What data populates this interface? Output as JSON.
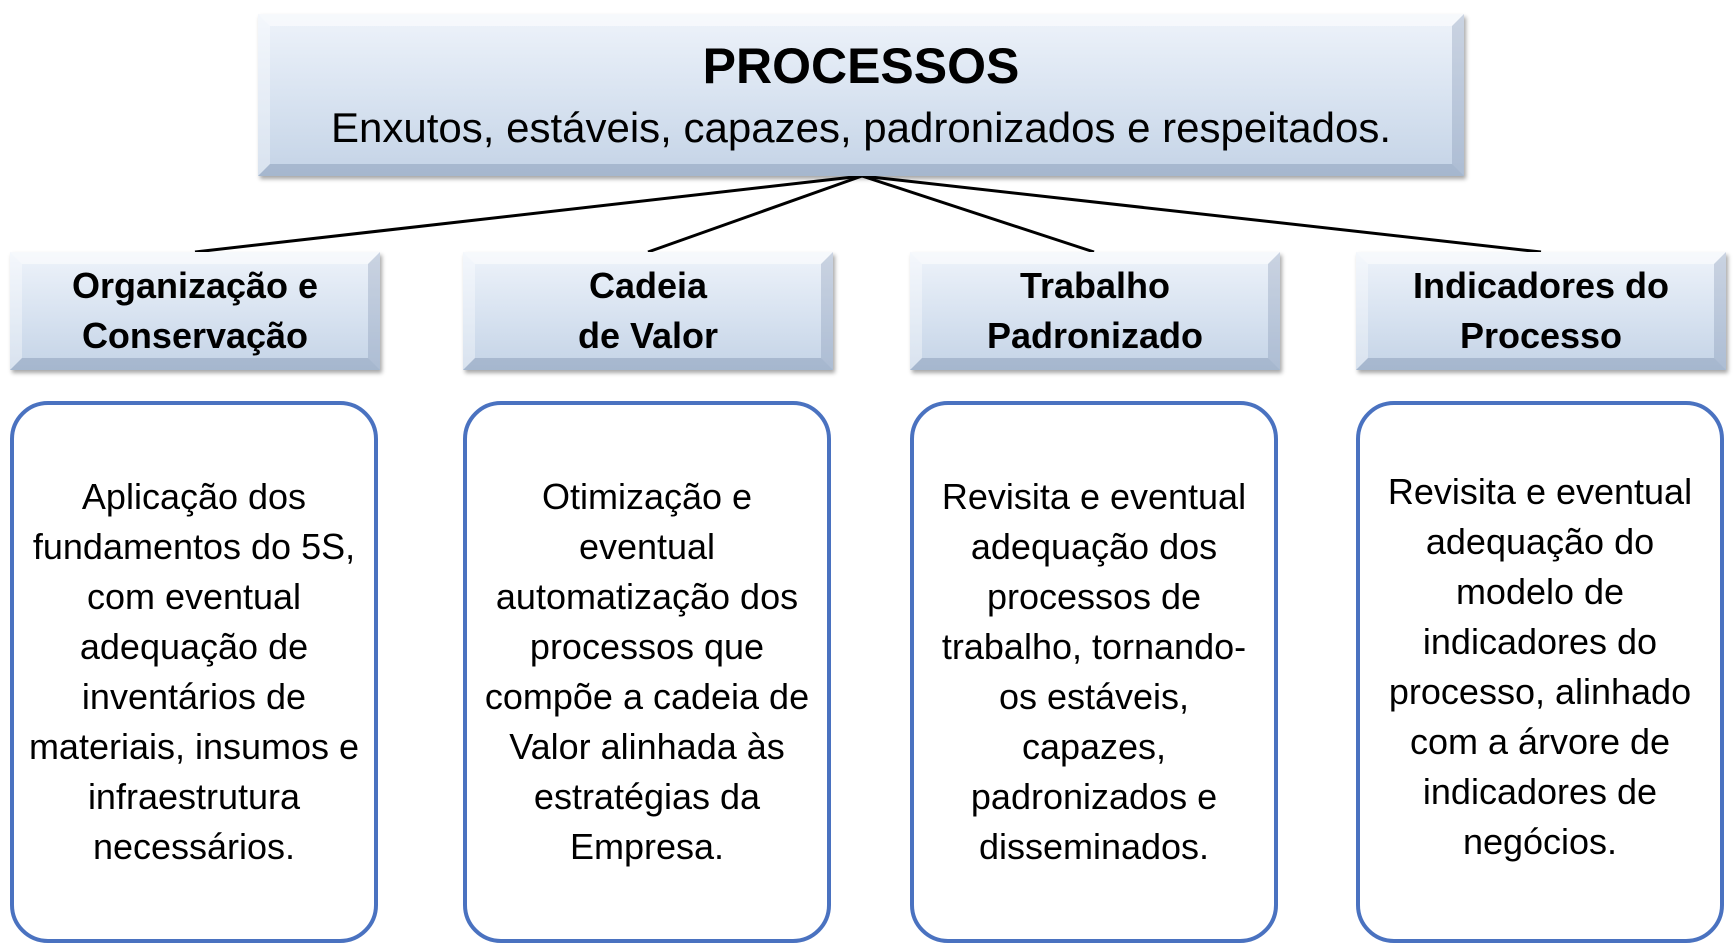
{
  "header": {
    "title": "PROCESSOS",
    "subtitle": "Enxutos, estáveis, capazes, padronizados e respeitados."
  },
  "categories": [
    {
      "label_lines": [
        "Organização e",
        "Conservação"
      ],
      "description": "Aplicação dos fundamentos do 5S, com eventual adequação de inventários de materiais, insumos e infraestrutura necessários."
    },
    {
      "label_lines": [
        "Cadeia",
        "de Valor"
      ],
      "description": "Otimização e eventual automatização dos processos que compõe a cadeia de Valor alinhada às estratégias da Empresa."
    },
    {
      "label_lines": [
        "Trabalho",
        "Padronizado"
      ],
      "description": "Revisita e eventual adequação dos processos de trabalho, tornando-os estáveis, capazes, padronizados e disseminados."
    },
    {
      "label_lines": [
        "Indicadores do",
        "Processo"
      ],
      "description": "Revisita e eventual adequação do modelo de indicadores do processo, alinhado com a árvore de indicadores de negócios."
    }
  ],
  "colors": {
    "box_fill": "#d7e2f0",
    "description_border": "#4a72c0",
    "connector": "#000000"
  }
}
